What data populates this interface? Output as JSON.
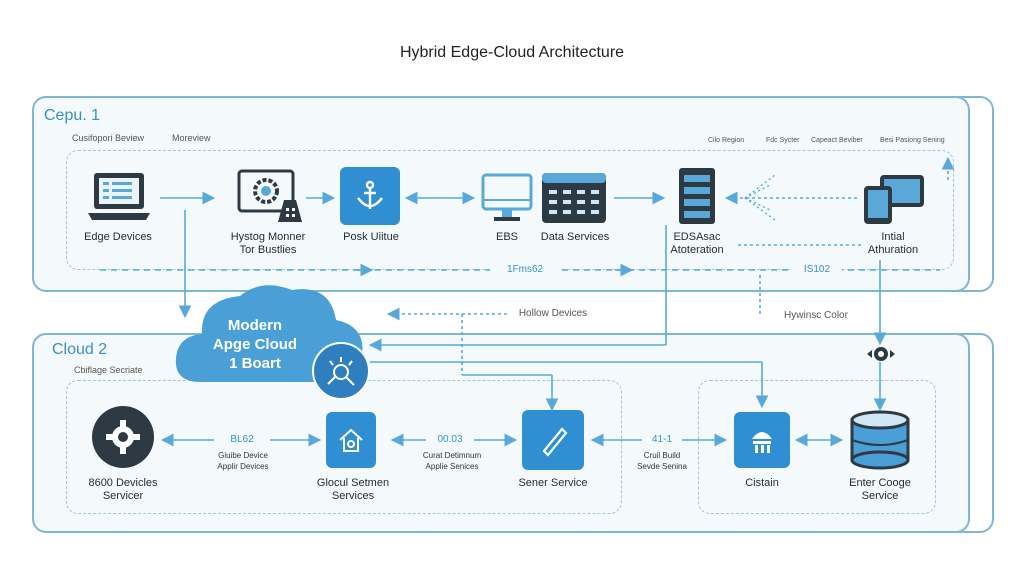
{
  "title": "Hybrid Edge-Cloud Architecture",
  "top_panel": {
    "title": "Cepu. 1",
    "sub_left": "Cusifopori Beview",
    "sub_mid": "Moreview",
    "sub_right": [
      "Cilo Region",
      "Fdc Sycter",
      "Capeact Beviber",
      "Besi Pasiong Sening"
    ],
    "nodes": {
      "edge_devices": "Edge Devices",
      "hystog": [
        "Hystog Monner",
        "Tor Bustlies"
      ],
      "posk": "Posk Uiitue",
      "ebs": "EBS",
      "data_services": "Data Services",
      "edsasac": [
        "EDSAsac",
        "Atoteration"
      ],
      "intial": [
        "Intial",
        "Athuration"
      ]
    },
    "flow_labels": {
      "fms": "1Fms62",
      "is102": "IS102"
    }
  },
  "middle": {
    "hollow_devices": "Hollow Devices",
    "hywinsc": "Hywinsc Color"
  },
  "cloud": {
    "line1": "Modern",
    "line2": "Apge Cloud",
    "line3": "1 Boart"
  },
  "bottom_panel": {
    "title": "Cloud 2",
    "sub_left": "Cbiflage Secriate",
    "nodes": {
      "devices_servicer": [
        "8600 Devicles",
        "Servicer"
      ],
      "glocul": [
        "Glocul Setmen",
        "Services"
      ],
      "sener": "Sener Service",
      "cistain": "Cistain",
      "enter_cooge": [
        "Enter Cooge",
        "Service"
      ]
    },
    "connectors": {
      "c1": {
        "value": "BL62",
        "sub1": "Giuibe Device",
        "sub2": "Applir Devices"
      },
      "c2": {
        "value": "00.03",
        "sub1": "Curat Detimnum",
        "sub2": "Applie Senices"
      },
      "c3": {
        "value": "41-1",
        "sub1": "Cruil Build",
        "sub2": "Sevde Senina"
      }
    }
  },
  "colors": {
    "accent": "#2f8fd2",
    "border": "#7fb6d3",
    "dark_node": "#2d3a44"
  }
}
